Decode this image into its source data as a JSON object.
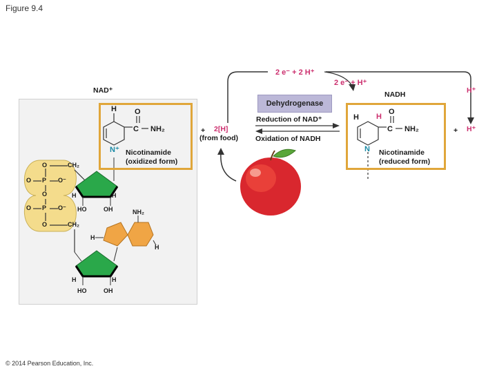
{
  "figure_title": "Figure 9.4",
  "copyright": "© 2014 Pearson Education, Inc.",
  "nad_label": "NAD⁺",
  "nadh_label": "NADH",
  "enzyme": "Dehydrogenase",
  "reduction_label": "Reduction  of  NAD⁺",
  "oxidation_label": "Oxidation  of  NADH",
  "food_plus": "+",
  "food_h": "2[H]",
  "food_source": "(from food)",
  "top_arrow_label": "2 e⁻ + 2 H⁺",
  "mid_arrow_label": "2 e⁻ + H⁺",
  "right_hplus": "H⁺",
  "product_plus": "+",
  "product_hplus": "H⁺",
  "nicotinamide_ox": [
    "Nicotinamide",
    "(oxidized form)"
  ],
  "nicotinamide_red": [
    "Nicotinamide",
    "(reduced form)"
  ],
  "atoms": {
    "h": "H",
    "o": "O",
    "c": "C",
    "nh2": "NH₂",
    "n": "N",
    "nplus": "N⁺",
    "ch2": "CH₂",
    "p": "P",
    "ominus": "O⁻",
    "ho": "HO",
    "oh": "OH"
  },
  "colors": {
    "box": "#e0a63a",
    "pink": "#cc2f6e",
    "teal": "#1b8aa6",
    "phosphate": "#f4dc8c",
    "ribose": "#2aa84a",
    "adenine": "#f0a545",
    "enzyme": "#bcb8d8"
  }
}
